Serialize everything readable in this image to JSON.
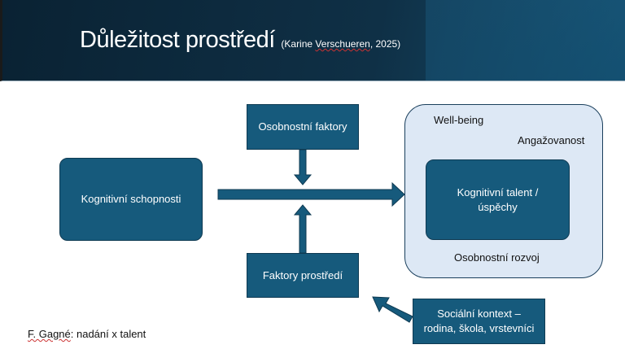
{
  "header": {
    "title": "Důležitost prostředí",
    "source_prefix": "(Karine ",
    "source_name": "Verschueren",
    "source_suffix": ", 2025)"
  },
  "diagram": {
    "cognitive_abilities": "Kognitivní schopnosti",
    "personality_factors": "Osobnostní faktory",
    "environment_factors": "Faktory prostředí",
    "wellbeing": "Well-being",
    "engagement": "Angažovanost",
    "cognitive_talent_line1": "Kognitivní talent /",
    "cognitive_talent_line2": "úspěchy",
    "personality_development": "Osobnostní rozvoj",
    "social_context_line1": "Sociální kontext –",
    "social_context_line2": "rodina, škola, vrstevníci"
  },
  "footer": {
    "author": "F. Gagné",
    "text": ": nadání x talent"
  },
  "colors": {
    "box": "#165a7c",
    "outcome_bg": "#dde8f5"
  }
}
